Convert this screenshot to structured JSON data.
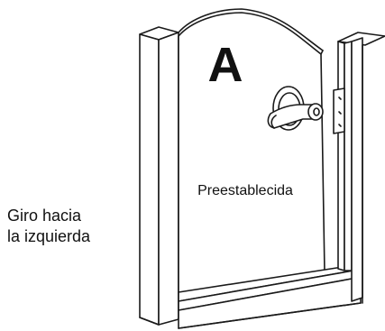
{
  "diagram": {
    "door_letter": "A",
    "door_label": "Preestablecida",
    "caption_line1": "Giro hacia",
    "caption_line2": "la izquierda"
  },
  "colors": {
    "line": "#1a1a1a",
    "fill": "#ffffff"
  },
  "icons": {
    "handle": "lever-handle-icon",
    "hinge": "hinge-icon"
  }
}
